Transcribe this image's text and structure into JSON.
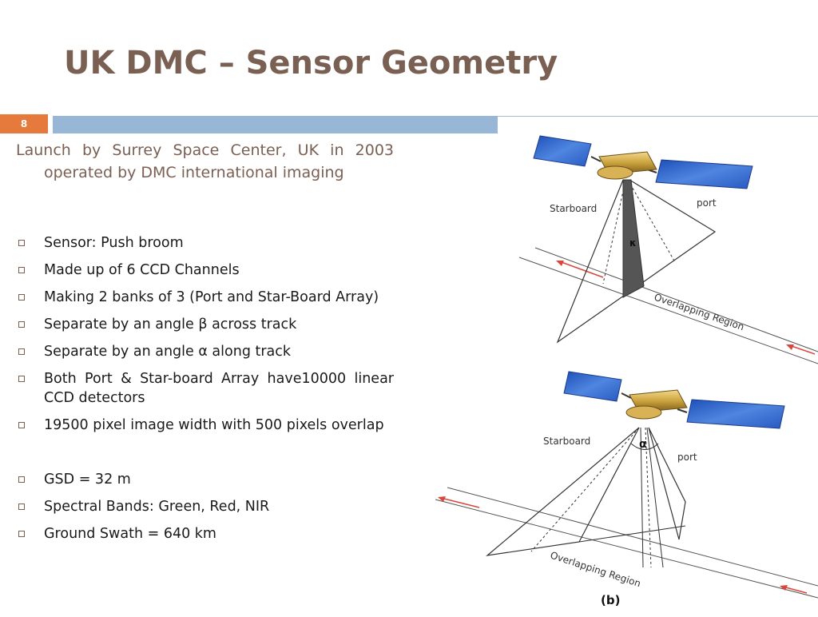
{
  "slide": {
    "title": "UK DMC – Sensor Geometry",
    "number": "8",
    "intro": "Launch by Surrey Space Center, UK in 2003 operated by DMC international imaging",
    "bullets": [
      "Sensor: Push broom",
      "Made up of 6 CCD Channels",
      "Making 2 banks of 3 (Port and Star-Board Array)",
      "Separate by an angle β across track",
      "Separate by an angle α along track",
      "Both Port & Star-board Array have10000 linear CCD detectors",
      "19500 pixel image width with 500 pixels overlap",
      "GSD = 32 m",
      "Spectral Bands: Green, Red, NIR",
      "Ground Swath = 640 km"
    ]
  },
  "figure": {
    "top": {
      "starboard_label": "Starboard",
      "port_label": "port",
      "kappa_label": "κ",
      "overlap_label": "Overlapping Region"
    },
    "bottom": {
      "starboard_label": "Starboard",
      "port_label": "port",
      "alpha_label": "α",
      "overlap_label": "Overlapping Region",
      "caption": "(b)"
    }
  },
  "colors": {
    "title": "#7a5f53",
    "accent_orange": "#e57a3c",
    "accent_blue": "#98b7d6",
    "panel_blue": "#3d6fd0",
    "satellite_gold": "#c9a13c",
    "arrow_red": "#d9473c"
  }
}
